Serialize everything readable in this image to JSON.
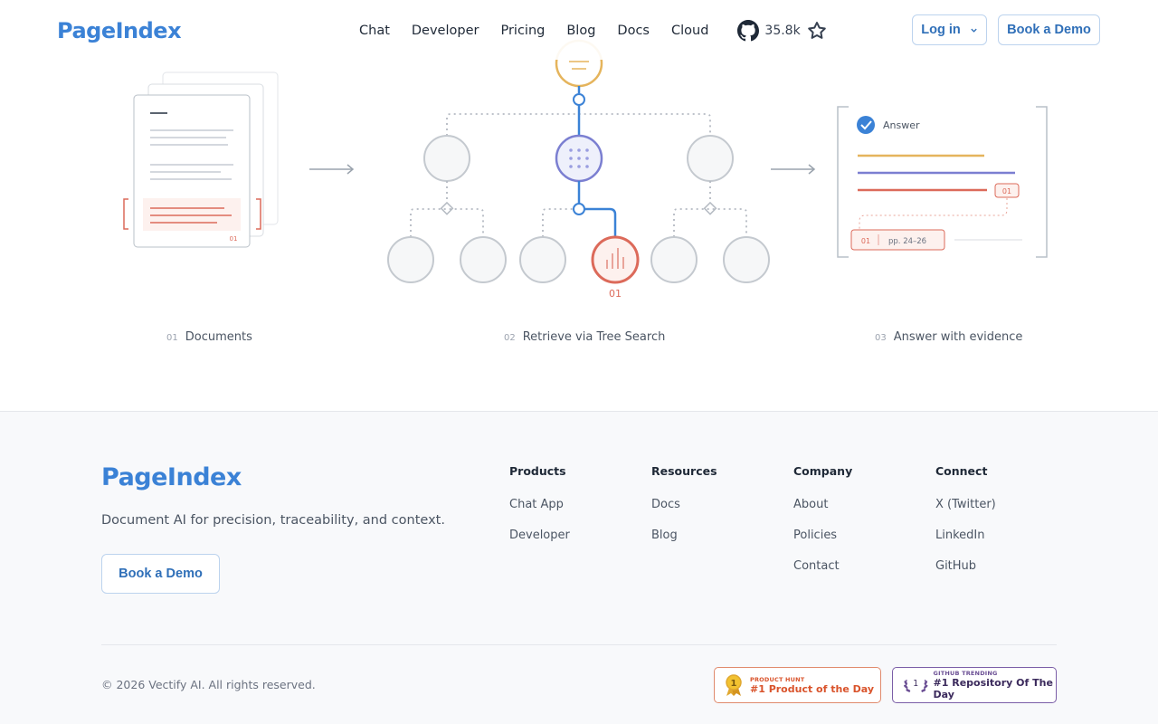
{
  "header": {
    "logo_text": "PageIndex",
    "nav": [
      "Chat",
      "Developer",
      "Pricing",
      "Blog",
      "Docs",
      "Cloud"
    ],
    "github_stars": "35.8k",
    "login_label": "Log in",
    "demo_label": "Book a Demo"
  },
  "illustration": {
    "answer_label": "Answer",
    "ref_tag": "01",
    "node_label": "01",
    "doc_tag": "01",
    "citation_num": "01",
    "citation_pages": "pp. 24–26",
    "steps": [
      {
        "num": "01",
        "label": "Documents"
      },
      {
        "num": "02",
        "label": "Retrieve via Tree Search"
      },
      {
        "num": "03",
        "label": "Answer with evidence"
      }
    ]
  },
  "footer": {
    "logo_text": "PageIndex",
    "tagline": "Document AI for precision, traceability, and context.",
    "demo_label": "Book a Demo",
    "columns": [
      {
        "title": "Products",
        "links": [
          "Chat App",
          "Developer"
        ]
      },
      {
        "title": "Resources",
        "links": [
          "Docs",
          "Blog"
        ]
      },
      {
        "title": "Company",
        "links": [
          "About",
          "Policies",
          "Contact"
        ]
      },
      {
        "title": "Connect",
        "links": [
          "X (Twitter)",
          "LinkedIn",
          "GitHub"
        ]
      }
    ],
    "copyright": "© 2026 Vectify AI. All rights reserved.",
    "badges": {
      "producthunt": {
        "small": "PRODUCT HUNT",
        "big": "#1 Product of the Day",
        "rank": "1"
      },
      "github": {
        "small": "GITHUB TRENDING",
        "big": "#1 Repository Of The Day",
        "rank": "1"
      }
    }
  },
  "colors": {
    "brand": "#3b82d6",
    "accent_red": "#dc6a5a",
    "accent_gold": "#e5b45c",
    "accent_purple": "#7b7fd1"
  }
}
